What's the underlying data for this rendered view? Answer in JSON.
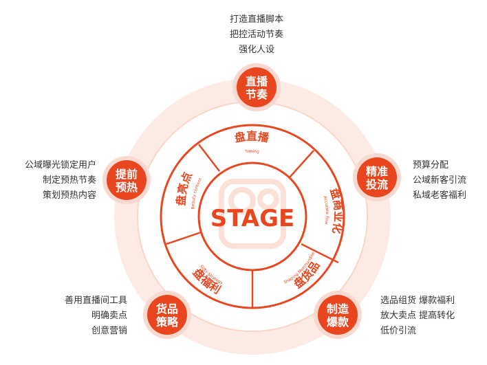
{
  "center": {
    "title": "STAGE"
  },
  "segments": [
    {
      "title": "盘直播",
      "subtitle": "Timing"
    },
    {
      "title": "盘商业化",
      "subtitle": "Accurate flow"
    },
    {
      "title": "盘货品",
      "subtitle": "Shaping Merchandise"
    },
    {
      "title": "盘福利",
      "subtitle": "Gifts Strategy"
    },
    {
      "title": "盘亮点",
      "subtitle": "Beauty content"
    }
  ],
  "nodes": [
    {
      "label_line1": "直播",
      "label_line2": "节奏",
      "desc": [
        "打造直播脚本",
        "把控活动节奏",
        "强化人设"
      ]
    },
    {
      "label_line1": "精准",
      "label_line2": "投流",
      "desc": [
        "预算分配",
        "公域新客引流",
        "私域老客福利"
      ]
    },
    {
      "label_line1": "制造",
      "label_line2": "爆款",
      "desc": [
        "选品组货  爆款福利",
        "放大卖点  提高转化",
        "低价引流"
      ]
    },
    {
      "label_line1": "货品",
      "label_line2": "策略",
      "desc": [
        "善用直播间工具",
        "明确卖点",
        "创意营销"
      ]
    },
    {
      "label_line1": "提前",
      "label_line2": "预热",
      "desc": [
        "公域曝光锁定用户",
        "制定预热节奏",
        "策划预热内容"
      ]
    }
  ],
  "colors": {
    "accent": "#e8461e",
    "ring_pale": "#fbe3dc",
    "node_halo": "#f9d9cf",
    "text": "#333333"
  }
}
